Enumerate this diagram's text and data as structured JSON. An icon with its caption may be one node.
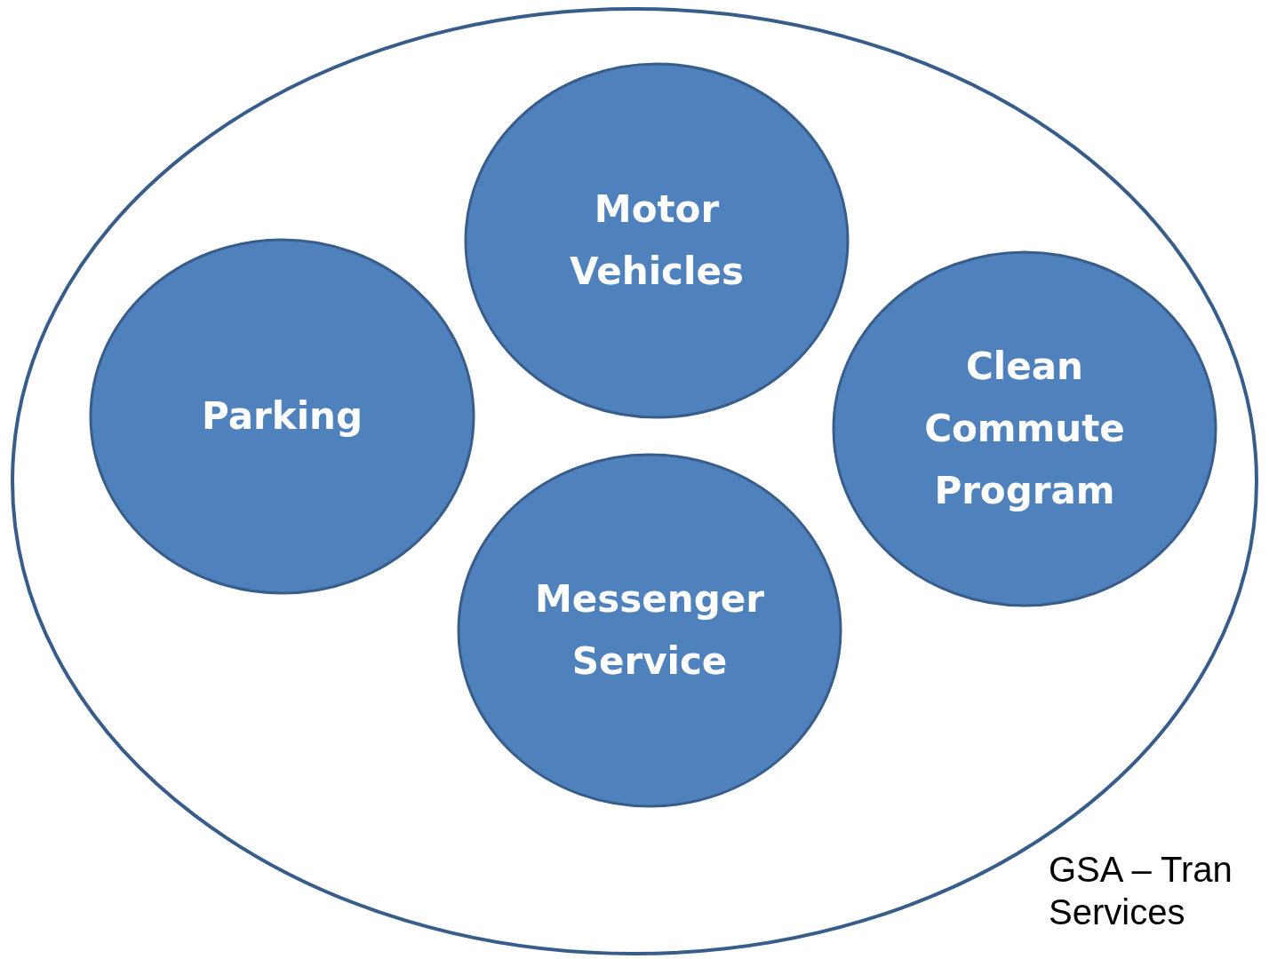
{
  "diagram": {
    "nodes": [
      {
        "text": [
          "GSA – Tran Services"
        ]
      },
      {
        "text": [
          "Motor Vehicles"
        ],
        "in": 0
      },
      {
        "text": [
          "Parking"
        ],
        "in": 0
      },
      {
        "text": [
          "Clean Commute Program"
        ],
        "in": 0
      },
      {
        "text": [
          "Messenger Service"
        ],
        "in": 0
      }
    ],
    "edges": []
  }
}
